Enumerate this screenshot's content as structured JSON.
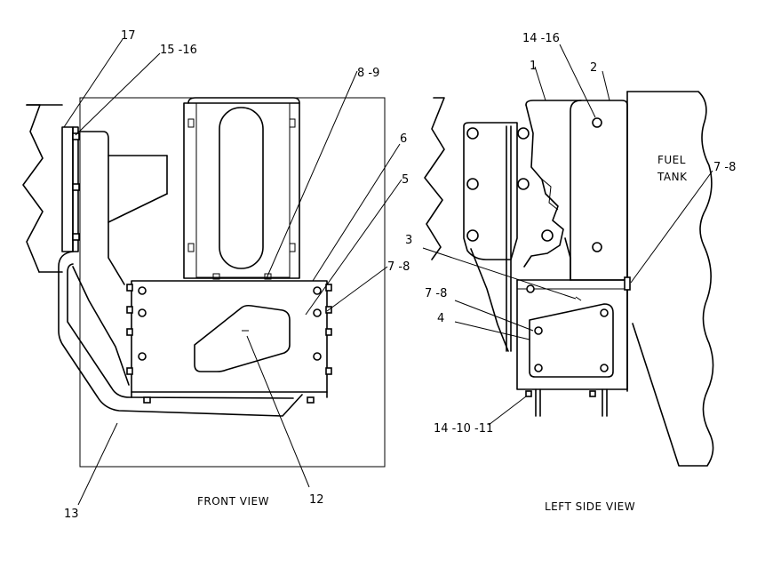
{
  "captions": {
    "front_view": "FRONT VIEW",
    "left_side_view": "LEFT SIDE VIEW",
    "fuel_tank_line1": "FUEL",
    "fuel_tank_line2": "TANK"
  },
  "callouts": {
    "c17": "17",
    "c15_16": "15 -16",
    "c8_9": "8 -9",
    "c6": "6",
    "c5": "5",
    "c7_8_front": "7 -8",
    "c12": "12",
    "c13": "13",
    "c14_16": "14 -16",
    "c1": "1",
    "c2": "2",
    "c7_8_side_right": "7 -8",
    "c3": "3",
    "c7_8_side_left": "7 -8",
    "c4": "4",
    "c14_10_11": "14 -10 -11"
  }
}
